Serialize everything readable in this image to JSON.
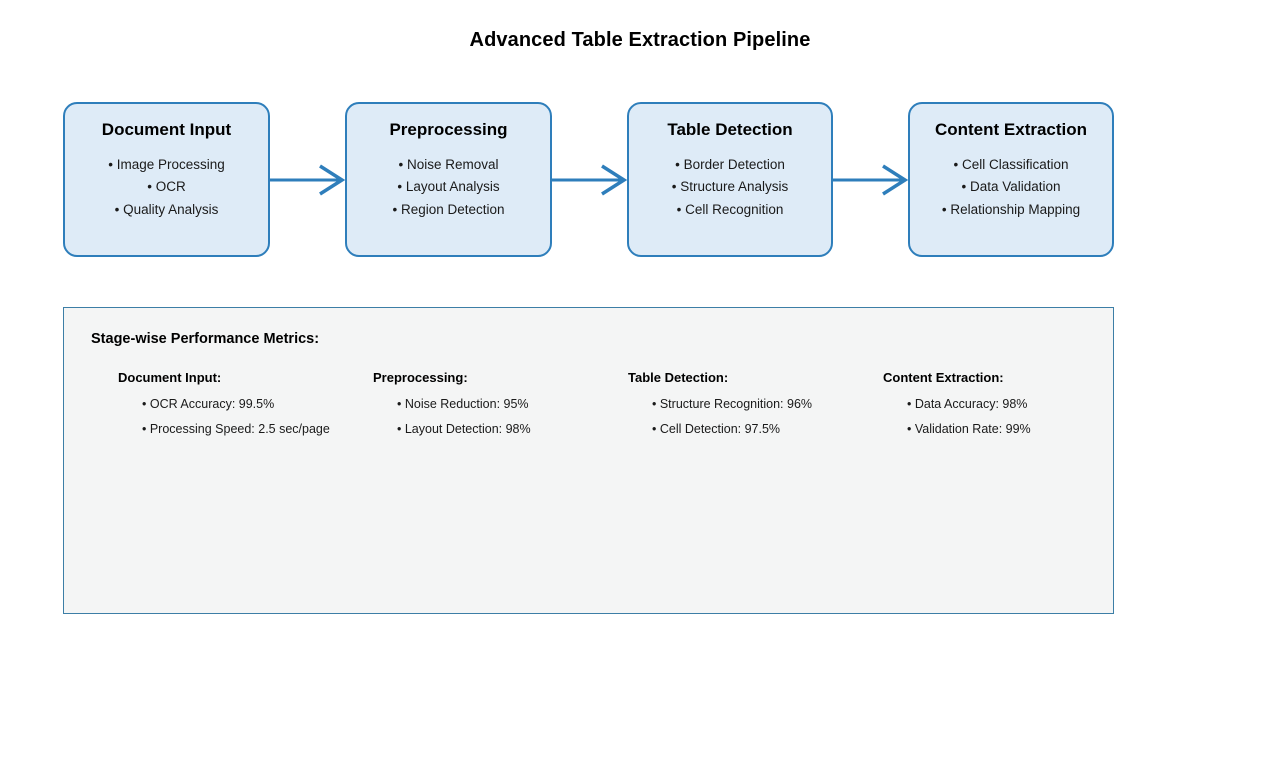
{
  "page": {
    "title": "Advanced Table Extraction Pipeline",
    "accent_color": "#2e7ebb",
    "box_fill_color": "#deebf7",
    "panel_fill_color": "#f4f5f5",
    "panel_border_color": "#3c7ea6"
  },
  "pipeline": {
    "stages": [
      {
        "title": "Document Input",
        "items": [
          "• Image Processing",
          "• OCR",
          "• Quality Analysis"
        ]
      },
      {
        "title": "Preprocessing",
        "items": [
          "• Noise Removal",
          "• Layout Analysis",
          "• Region Detection"
        ]
      },
      {
        "title": "Table Detection",
        "items": [
          "• Border Detection",
          "• Structure Analysis",
          "• Cell Recognition"
        ]
      },
      {
        "title": "Content Extraction",
        "items": [
          "• Cell Classification",
          "• Data Validation",
          "• Relationship Mapping"
        ]
      }
    ],
    "connectors": [
      {
        "icon": "arrow-right-icon"
      },
      {
        "icon": "arrow-right-icon"
      },
      {
        "icon": "arrow-right-icon"
      }
    ]
  },
  "metrics": {
    "heading": "Stage-wise Performance Metrics:",
    "columns": [
      {
        "title": "Document Input:",
        "items": [
          "• OCR Accuracy: 99.5%",
          "• Processing Speed: 2.5 sec/page"
        ]
      },
      {
        "title": "Preprocessing:",
        "items": [
          "• Noise Reduction: 95%",
          "• Layout Detection: 98%"
        ]
      },
      {
        "title": "Table Detection:",
        "items": [
          "• Structure Recognition: 96%",
          "• Cell Detection: 97.5%"
        ]
      },
      {
        "title": "Content Extraction:",
        "items": [
          "• Data Accuracy: 98%",
          "• Validation Rate: 99%"
        ]
      }
    ]
  }
}
